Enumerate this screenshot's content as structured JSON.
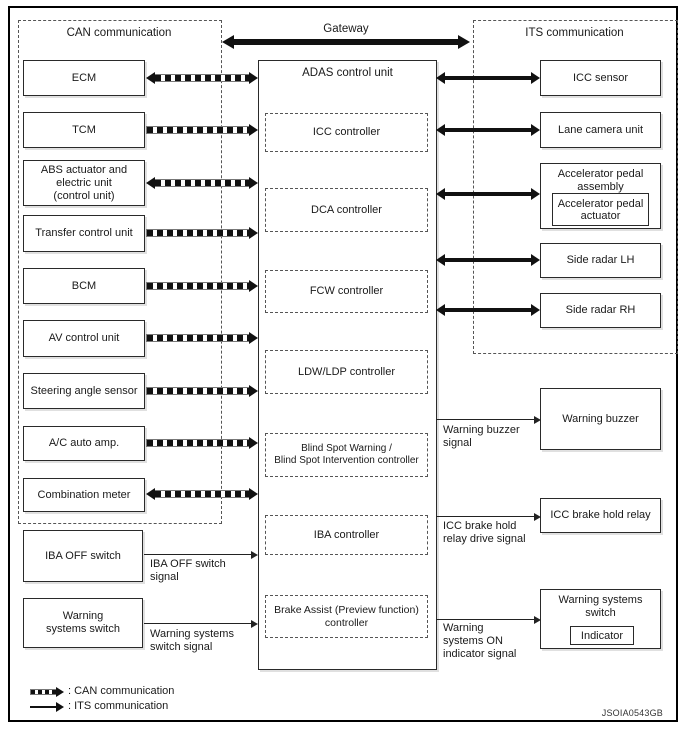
{
  "headers": {
    "can": "CAN communication",
    "gateway": "Gateway",
    "its": "ITS communication",
    "adas": "ADAS control unit",
    "watermark": "JSOIA0543GB"
  },
  "can_nodes": [
    {
      "label": "ECM",
      "link": "can-double"
    },
    {
      "label": "TCM",
      "link": "can-right"
    },
    {
      "label": "ABS actuator and\nelectric unit\n(control unit)",
      "link": "can-double"
    },
    {
      "label": "Transfer control unit",
      "link": "can-right"
    },
    {
      "label": "BCM",
      "link": "can-right"
    },
    {
      "label": "AV control unit",
      "link": "can-right"
    },
    {
      "label": "Steering angle sensor",
      "link": "can-right"
    },
    {
      "label": "A/C auto amp.",
      "link": "can-right"
    },
    {
      "label": "Combination meter",
      "link": "can-double"
    }
  ],
  "controllers": [
    {
      "label": "ICC controller"
    },
    {
      "label": "DCA controller"
    },
    {
      "label": "FCW controller"
    },
    {
      "label": "LDW/LDP controller"
    },
    {
      "label": "Blind Spot Warning /\nBlind Spot Intervention controller"
    },
    {
      "label": "IBA controller"
    },
    {
      "label": "Brake Assist (Preview function)\ncontroller"
    }
  ],
  "its_nodes": [
    {
      "label": "ICC sensor",
      "link": "its-double"
    },
    {
      "label": "Lane camera unit",
      "link": "its-double"
    },
    {
      "label": "Accelerator pedal\nassembly",
      "inner": "Accelerator pedal\nactuator",
      "link": "its-double"
    },
    {
      "label": "Side radar LH",
      "link": "its-double"
    },
    {
      "label": "Side radar RH",
      "link": "its-double"
    }
  ],
  "outputs": [
    {
      "label": "Warning buzzer",
      "signal": "Warning buzzer\nsignal"
    },
    {
      "label": "ICC brake hold relay",
      "signal": "ICC brake hold\nrelay drive signal"
    },
    {
      "label": "Warning systems\nswitch",
      "inner": "Indicator",
      "signal": "Warning\nsystems ON\nindicator signal"
    }
  ],
  "inputs": [
    {
      "label": "IBA OFF switch",
      "signal": "IBA OFF switch\nsignal"
    },
    {
      "label": "Warning\nsystems switch",
      "signal": "Warning systems\nswitch signal"
    }
  ],
  "legend": [
    {
      "style": "can",
      "label": ": CAN communication"
    },
    {
      "style": "its",
      "label": ": ITS communication"
    }
  ],
  "colors": {
    "ink": "#111111",
    "background": "#ffffff"
  }
}
